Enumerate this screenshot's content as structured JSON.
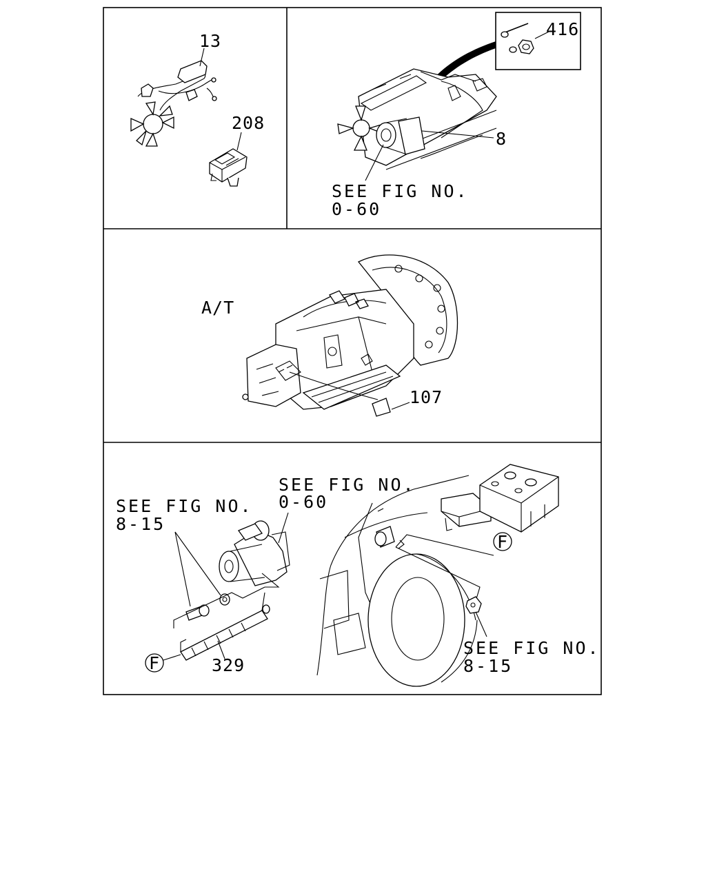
{
  "diagram": {
    "panels": {
      "top_left": {
        "callouts": [
          "13",
          "208"
        ]
      },
      "top_right": {
        "callouts": [
          "416",
          "8"
        ],
        "reference": [
          "SEE FIG NO.",
          "0-60"
        ]
      },
      "middle": {
        "section_label": "A/T",
        "callouts": [
          "107"
        ]
      },
      "bottom": {
        "reference_left": [
          "SEE FIG NO.",
          "8-15"
        ],
        "reference_center": [
          "SEE FIG NO.",
          "0-60"
        ],
        "reference_right": [
          "SEE FIG NO.",
          "8-15"
        ],
        "callouts": [
          "329"
        ],
        "connector_marker": "F"
      }
    }
  }
}
